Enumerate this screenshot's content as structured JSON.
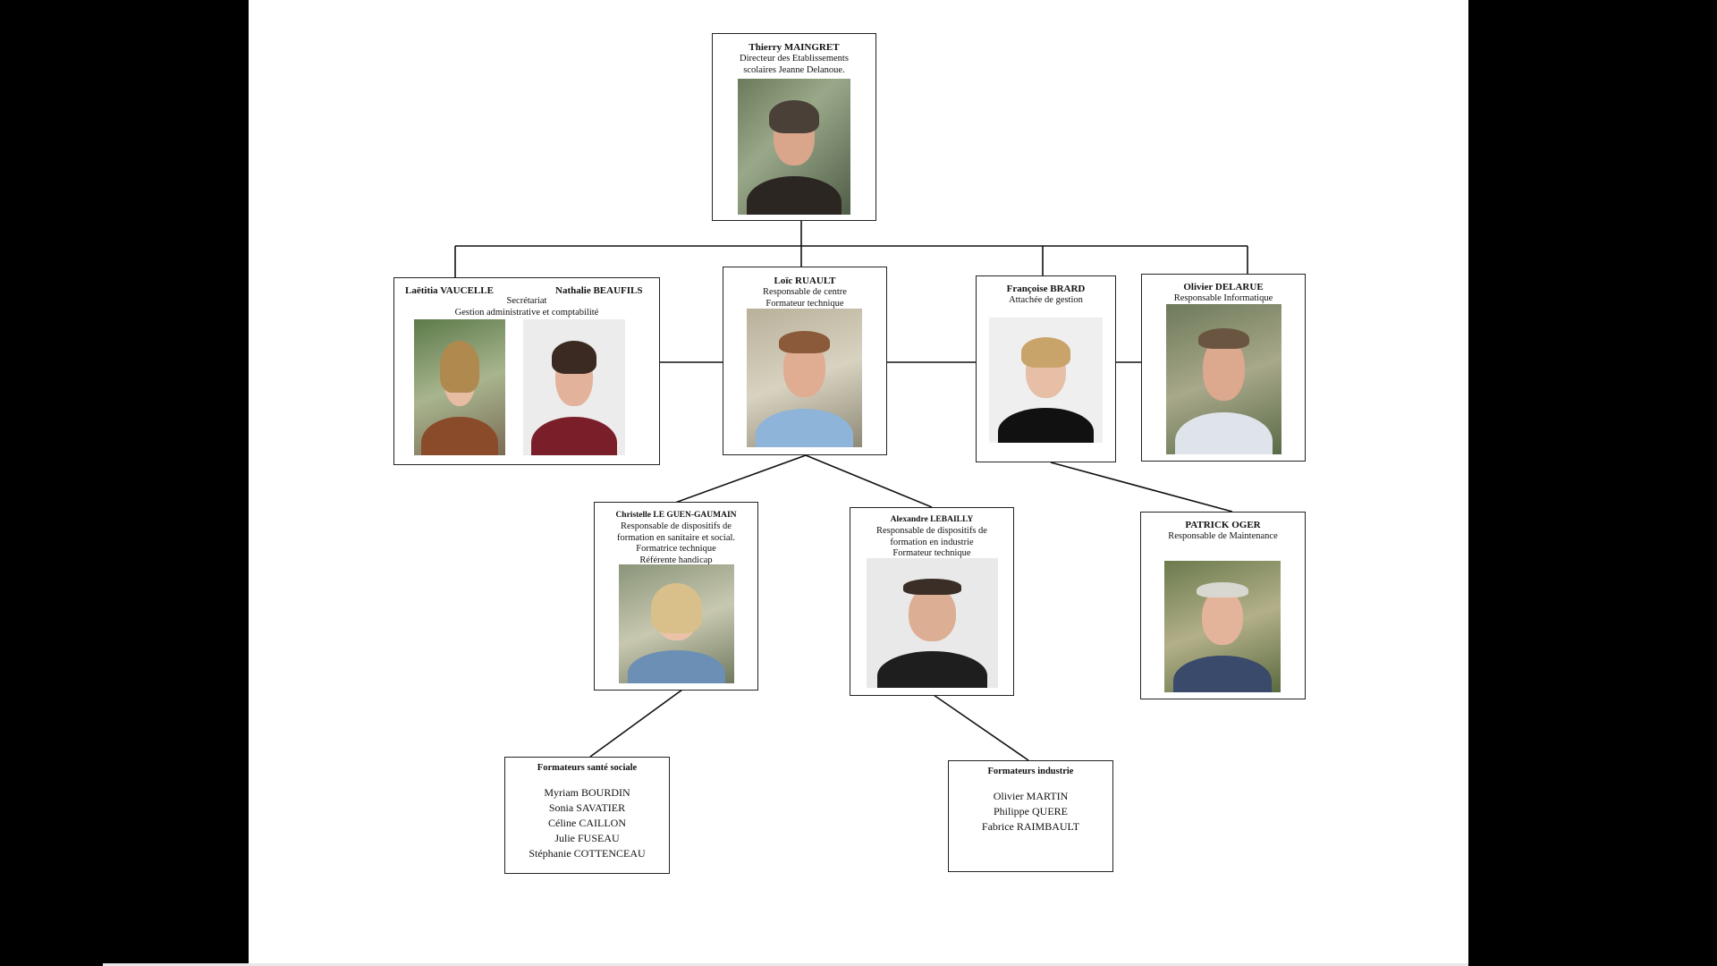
{
  "director": {
    "name": "Thierry MAINGRET",
    "role_1": "Directeur des Etablissements",
    "role_2": "scolaires Jeanne Delanoue."
  },
  "secretariat": {
    "name_left": "Laëtitia VAUCELLE",
    "name_right": "Nathalie BEAUFILS",
    "role_1": "Secrétariat",
    "role_2": "Gestion administrative et comptabilité"
  },
  "centre_manager": {
    "name": "Loïc RUAULT",
    "role_1": "Responsable de centre",
    "role_2": "Formateur technique"
  },
  "management": {
    "name": "Françoise BRARD",
    "role_1": "Attachée de gestion"
  },
  "it": {
    "name": "Olivier DELARUE",
    "role_1": "Responsable Informatique"
  },
  "health_social": {
    "name": "Christelle LE GUEN-GAUMAIN",
    "role_1": "Responsable de dispositifs de",
    "role_2": "formation en sanitaire et social.",
    "role_3": "Formatrice technique",
    "role_4": "Référente handicap"
  },
  "industry": {
    "name": "Alexandre LEBAILLY",
    "role_1": "Responsable de dispositifs de",
    "role_2": "formation en industrie",
    "role_3": "Formateur technique"
  },
  "maintenance": {
    "name": "PATRICK OGER",
    "role_1": "Responsable de Maintenance"
  },
  "trainers_health": {
    "title": "Formateurs santé sociale",
    "members": [
      "Myriam BOURDIN",
      "Sonia SAVATIER",
      "Céline CAILLON",
      "Julie FUSEAU",
      "Stéphanie COTTENCEAU"
    ]
  },
  "trainers_industry": {
    "title": "Formateurs industrie",
    "members": [
      "Olivier MARTIN",
      "Philippe QUERE",
      "Fabrice RAIMBAULT"
    ]
  }
}
